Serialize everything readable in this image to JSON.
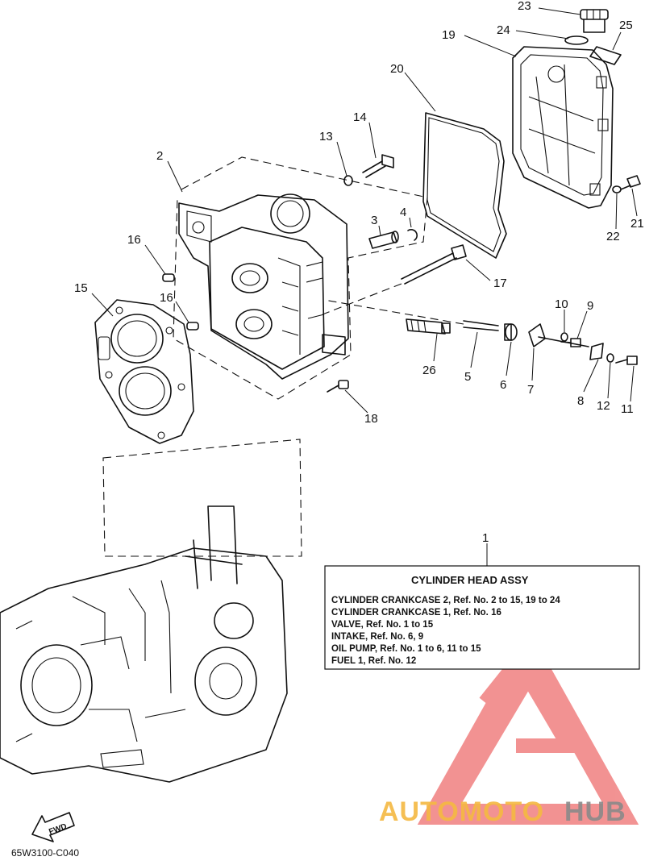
{
  "callouts": [
    {
      "id": "c23",
      "text": "23"
    },
    {
      "id": "c24",
      "text": "24"
    },
    {
      "id": "c25",
      "text": "25"
    },
    {
      "id": "c19",
      "text": "19"
    },
    {
      "id": "c20",
      "text": "20"
    },
    {
      "id": "c14",
      "text": "14"
    },
    {
      "id": "c13",
      "text": "13"
    },
    {
      "id": "c2",
      "text": "2"
    },
    {
      "id": "c3",
      "text": "3"
    },
    {
      "id": "c4",
      "text": "4"
    },
    {
      "id": "c16a",
      "text": "16"
    },
    {
      "id": "c16b",
      "text": "16"
    },
    {
      "id": "c15",
      "text": "15"
    },
    {
      "id": "c17",
      "text": "17"
    },
    {
      "id": "c21",
      "text": "21"
    },
    {
      "id": "c22",
      "text": "22"
    },
    {
      "id": "c10",
      "text": "10"
    },
    {
      "id": "c9",
      "text": "9"
    },
    {
      "id": "c26",
      "text": "26"
    },
    {
      "id": "c5",
      "text": "5"
    },
    {
      "id": "c6",
      "text": "6"
    },
    {
      "id": "c7",
      "text": "7"
    },
    {
      "id": "c8",
      "text": "8"
    },
    {
      "id": "c12",
      "text": "12"
    },
    {
      "id": "c11",
      "text": "11"
    },
    {
      "id": "c18",
      "text": "18"
    },
    {
      "id": "c1",
      "text": "1"
    }
  ],
  "assembly_box": {
    "title": "CYLINDER HEAD ASSY",
    "lines": [
      "CYLINDER CRANKCASE 2,  Ref. No. 2 to 15, 19 to 24",
      "CYLINDER CRANKCASE 1,  Ref. No. 16",
      "VALVE,  Ref. No. 1 to 15",
      "INTAKE,  Ref. No. 6, 9",
      "OIL PUMP,  Ref. No. 1 to 6, 11 to 15",
      "FUEL 1,  Ref. No. 12"
    ]
  },
  "fwd_label": "FWD",
  "diagram_code": "65W3100-C040",
  "watermark": {
    "text_part1": "AUTOMOTO",
    "text_part2": "HUB",
    "color_red": "#f08080",
    "color_orange": "#f5b942",
    "color_gray": "#8a8a8a"
  }
}
